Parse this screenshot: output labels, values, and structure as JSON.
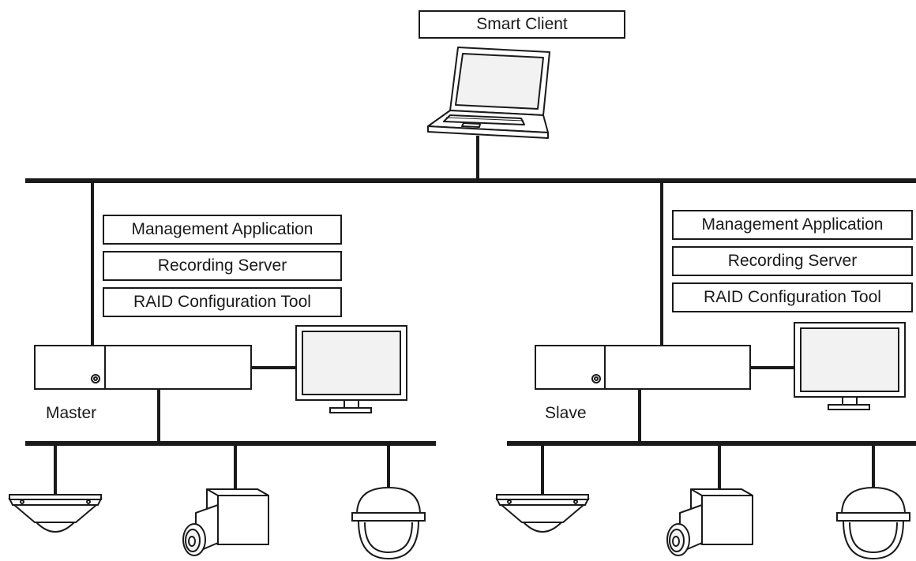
{
  "client": {
    "label": "Smart Client"
  },
  "master": {
    "caption": "Master",
    "software": [
      "Management Application",
      "Recording Server",
      "RAID Configuration Tool"
    ]
  },
  "slave": {
    "caption": "Slave",
    "software": [
      "Management Application",
      "Recording Server",
      "RAID Configuration Tool"
    ]
  },
  "colors": {
    "line": "#1a1a1a",
    "device_fill": "#ffffff",
    "screen_fill": "#f2f2f2"
  }
}
